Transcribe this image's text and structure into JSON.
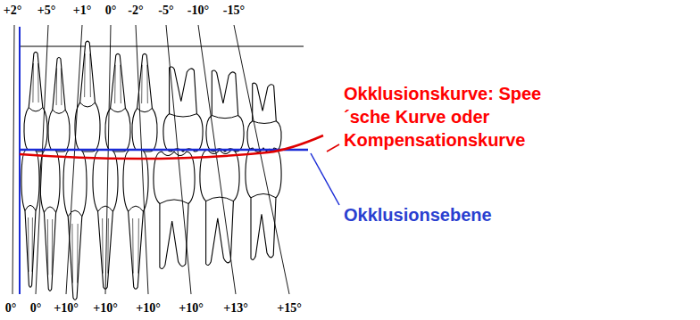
{
  "diagram": {
    "labels": [
      "+2°",
      "+5°",
      "+1°",
      "0°",
      "-2°",
      "-5°",
      "-10°",
      "-15°",
      "0°",
      "0°",
      "+10°",
      "+10°",
      "+10°",
      "+10°",
      "+13°",
      "+15°",
      "Okklusionskurve: Spee´sche Kurve oder Kompensationskurve",
      "Okklusionsebene"
    ]
  }
}
